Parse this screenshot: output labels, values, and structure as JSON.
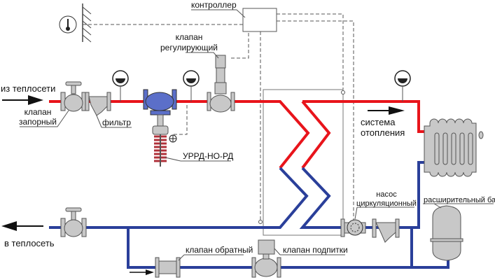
{
  "colors": {
    "supply": "#e8141b",
    "return": "#2a3f9a",
    "component": "#c8c8c8",
    "regulator": "#5b6fc9",
    "spring": "#b0303a"
  },
  "labels": {
    "controller": "контроллер",
    "control_valve_1": "клапан",
    "control_valve_2": "регулирующий",
    "from_network": "из теплосети",
    "shutoff_valve_1": "клапан",
    "shutoff_valve_2": "запорный",
    "filter": "фильтр",
    "regulator": "УРРД-НО-РД",
    "heating_system_1": "система",
    "heating_system_2": "отопления",
    "pump_1": "насос",
    "pump_2": "циркуляционный",
    "expansion_tank": "расширительный бак",
    "to_network": "в теплосеть",
    "check_valve": "клапан обратный",
    "makeup_valve": "клапан подпитки"
  },
  "icons": [
    "thermometer-icon",
    "pressure-gauge-icon",
    "gate-valve-icon",
    "strainer-icon",
    "pump-icon",
    "radiator-icon",
    "expansion-tank-icon"
  ]
}
